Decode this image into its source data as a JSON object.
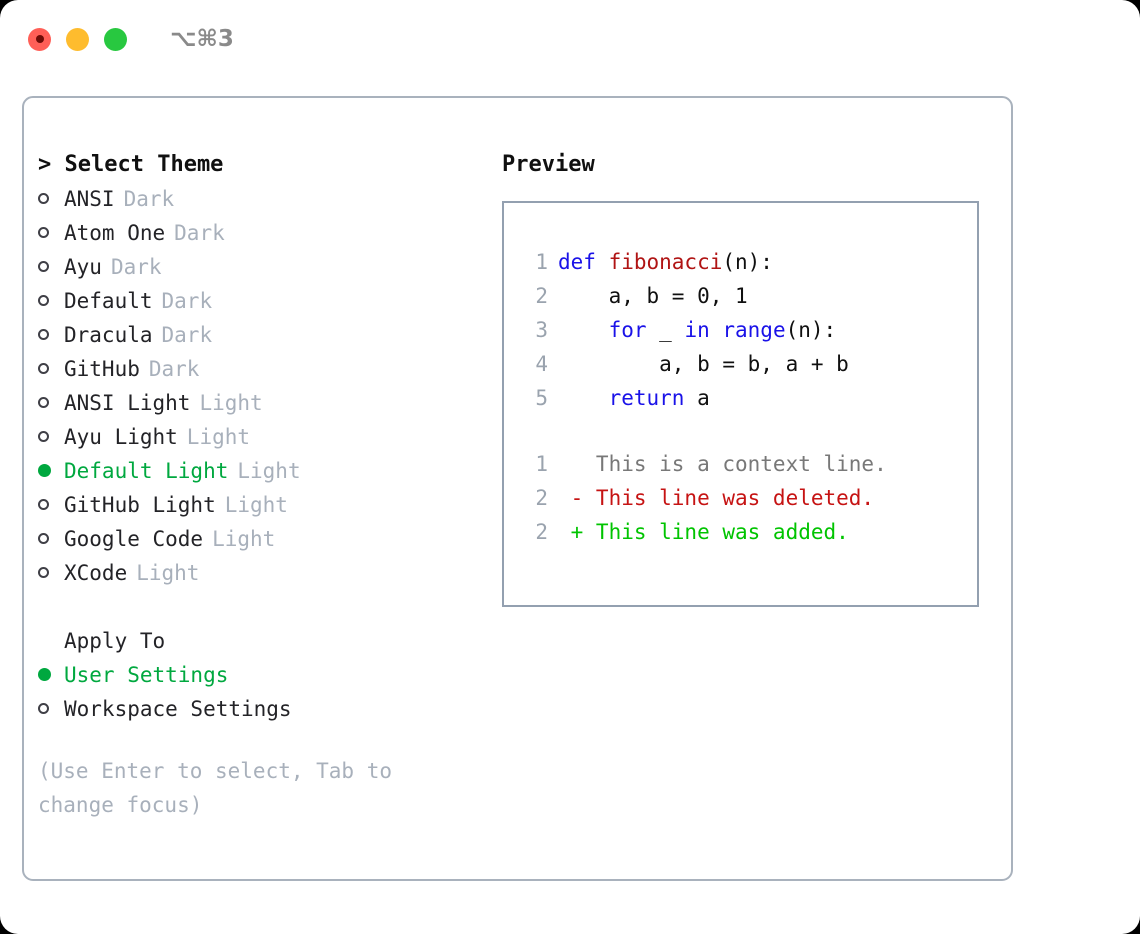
{
  "window": {
    "shortcut": "⌥⌘3",
    "lights": [
      {
        "name": "close",
        "color": "#ff5f57"
      },
      {
        "name": "minimize",
        "color": "#febc2e"
      },
      {
        "name": "maximize",
        "color": "#28c840"
      }
    ]
  },
  "theme_panel": {
    "header": "> Select Theme",
    "items": [
      {
        "marker": "ring",
        "label": "ANSI",
        "badge": "Dark",
        "selected": false
      },
      {
        "marker": "ring",
        "label": "Atom One",
        "badge": "Dark",
        "selected": false
      },
      {
        "marker": "ring",
        "label": "Ayu",
        "badge": "Dark",
        "selected": false
      },
      {
        "marker": "ring",
        "label": "Default",
        "badge": "Dark",
        "selected": false
      },
      {
        "marker": "ring",
        "label": "Dracula",
        "badge": "Dark",
        "selected": false
      },
      {
        "marker": "ring",
        "label": "GitHub",
        "badge": "Dark",
        "selected": false
      },
      {
        "marker": "ring",
        "label": "ANSI Light",
        "badge": "Light",
        "selected": false
      },
      {
        "marker": "ring",
        "label": "Ayu Light",
        "badge": "Light",
        "selected": false
      },
      {
        "marker": "dot",
        "label": "Default Light",
        "badge": "Light",
        "selected": true
      },
      {
        "marker": "ring",
        "label": "GitHub Light",
        "badge": "Light",
        "selected": false
      },
      {
        "marker": "ring",
        "label": "Google Code",
        "badge": "Light",
        "selected": false
      },
      {
        "marker": "ring",
        "label": "XCode",
        "badge": "Light",
        "selected": false
      }
    ],
    "apply_to": {
      "header": "Apply To",
      "options": [
        {
          "marker": "dot",
          "label": "User Settings",
          "selected": true
        },
        {
          "marker": "ring",
          "label": "Workspace Settings",
          "selected": false
        }
      ]
    },
    "hint": "(Use Enter to select, Tab to change focus)"
  },
  "preview": {
    "title": "Preview",
    "code_lines": [
      {
        "no": "1",
        "tokens": [
          {
            "t": "def ",
            "c": "kw"
          },
          {
            "t": "fibonacci",
            "c": "fn"
          },
          {
            "t": "(n):",
            "c": "plain"
          }
        ]
      },
      {
        "no": "2",
        "tokens": [
          {
            "t": "    a, b = 0, 1",
            "c": "plain"
          }
        ]
      },
      {
        "no": "3",
        "tokens": [
          {
            "t": "    ",
            "c": "plain"
          },
          {
            "t": "for",
            "c": "kw"
          },
          {
            "t": " _ ",
            "c": "plain"
          },
          {
            "t": "in range",
            "c": "kw"
          },
          {
            "t": "(n):",
            "c": "plain"
          }
        ]
      },
      {
        "no": "4",
        "tokens": [
          {
            "t": "        a, b = b, a + b",
            "c": "plain"
          }
        ]
      },
      {
        "no": "5",
        "tokens": [
          {
            "t": "    ",
            "c": "plain"
          },
          {
            "t": "return",
            "c": "kw"
          },
          {
            "t": " a",
            "c": "plain"
          }
        ]
      }
    ],
    "diff_lines": [
      {
        "no": "1",
        "tokens": [
          {
            "t": "   This is a context line.",
            "c": "ctx"
          }
        ]
      },
      {
        "no": "2",
        "tokens": [
          {
            "t": " - This line was deleted.",
            "c": "del"
          }
        ]
      },
      {
        "no": "2",
        "tokens": [
          {
            "t": " + This line was added.",
            "c": "add"
          }
        ]
      }
    ]
  }
}
